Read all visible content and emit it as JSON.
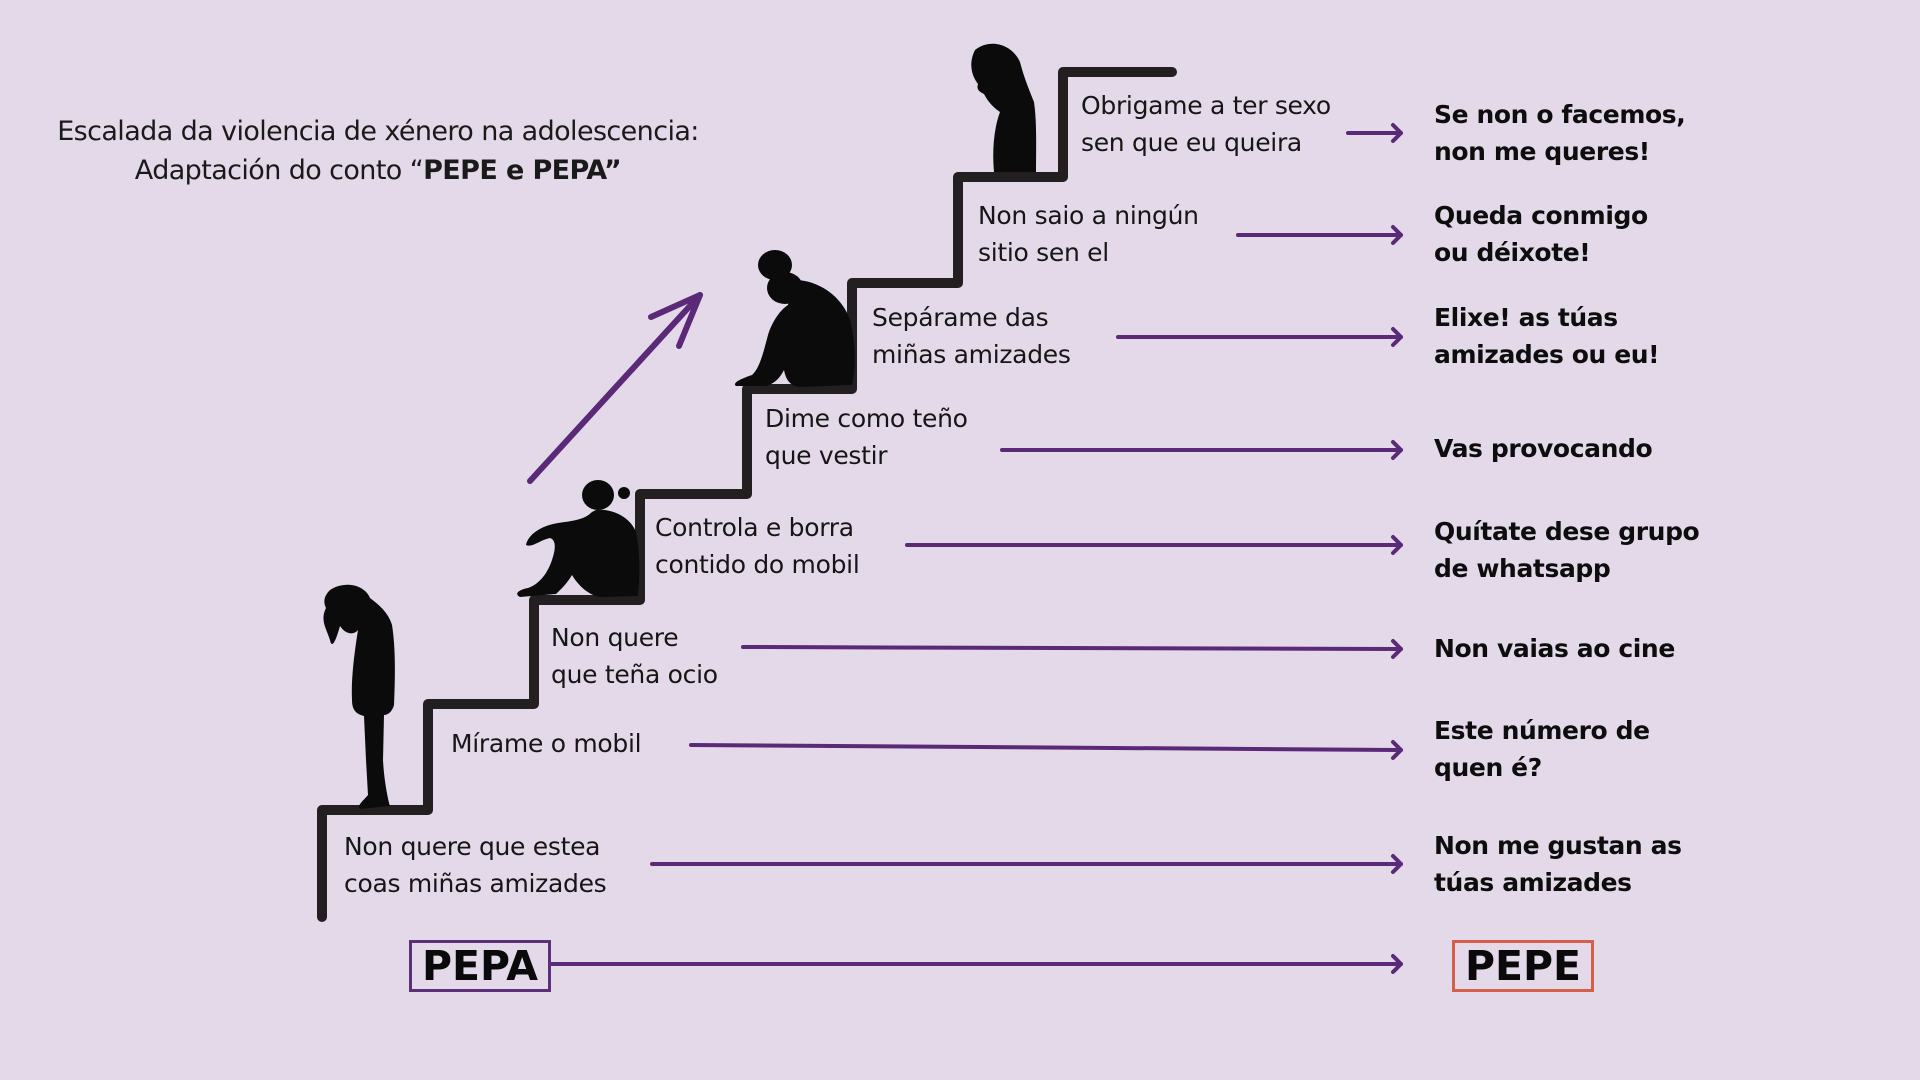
{
  "title": {
    "line1": "Escalada da violencia de xénero na adolescencia:",
    "line2_prefix": "Adaptación do conto “",
    "line2_bold": "PEPE e PEPA",
    "line2_suffix": "”"
  },
  "colors": {
    "background": "#e4d9e8",
    "arrow": "#5a2a78",
    "stairs": "#231f20",
    "pepa_border": "#5c2f78",
    "pepe_border": "#d4604b"
  },
  "steps": [
    {
      "pepa": [
        "Obrigame a ter sexo",
        "sen que eu queira"
      ],
      "pepe": [
        "Se non o facemos,",
        "non me queres!"
      ]
    },
    {
      "pepa": [
        "Non saio a ningún",
        "sitio sen el"
      ],
      "pepe": [
        "Queda conmigo",
        "ou déixote!"
      ]
    },
    {
      "pepa": [
        "Sepárame das",
        "miñas amizades"
      ],
      "pepe": [
        "Elixe! as túas",
        "amizades ou eu!"
      ]
    },
    {
      "pepa": [
        "Dime como teño",
        "que vestir"
      ],
      "pepe": [
        "Vas provocando"
      ]
    },
    {
      "pepa": [
        "Controla e borra",
        "contido do mobil"
      ],
      "pepe": [
        "Quítate dese grupo",
        "de whatsapp"
      ]
    },
    {
      "pepa": [
        "Non quere",
        "que teña ocio"
      ],
      "pepe": [
        "Non vaias ao cine"
      ]
    },
    {
      "pepa": [
        "Mírame o mobil"
      ],
      "pepe": [
        "Este número de",
        "quen é?"
      ]
    },
    {
      "pepa": [
        "Non quere que estea",
        "coas miñas amizades"
      ],
      "pepe": [
        "Non me gustan as",
        "túas amizades"
      ]
    }
  ],
  "names": {
    "left": "PEPA",
    "right": "PEPE"
  },
  "icons": {
    "escalation_arrow": "arrow-up-right-icon",
    "figures": [
      "standing-girl-head-down-icon",
      "sitting-girl-hugging-knees-icon",
      "sitting-girl-head-on-knees-icon",
      "standing-girl-head-bowed-icon"
    ]
  }
}
